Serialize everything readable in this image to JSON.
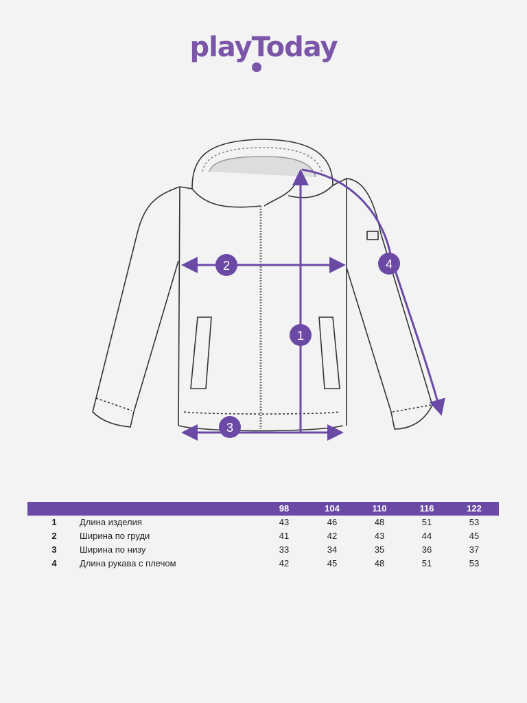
{
  "brand": {
    "logo_text": "playToday"
  },
  "markers": [
    "1",
    "2",
    "3",
    "4"
  ],
  "colors": {
    "accent": "#6b4aa6",
    "background": "#f3f3f3"
  },
  "table": {
    "sizes": [
      "98",
      "104",
      "110",
      "116",
      "122"
    ],
    "rows": [
      {
        "num": "1",
        "label": "Длина изделия",
        "values": [
          "43",
          "46",
          "48",
          "51",
          "53"
        ]
      },
      {
        "num": "2",
        "label": "Ширина по груди",
        "values": [
          "41",
          "42",
          "43",
          "44",
          "45"
        ]
      },
      {
        "num": "3",
        "label": "Ширина по низу",
        "values": [
          "33",
          "34",
          "35",
          "36",
          "37"
        ]
      },
      {
        "num": "4",
        "label": "Длина рукава с плечом",
        "values": [
          "42",
          "45",
          "48",
          "51",
          "53"
        ]
      }
    ]
  }
}
